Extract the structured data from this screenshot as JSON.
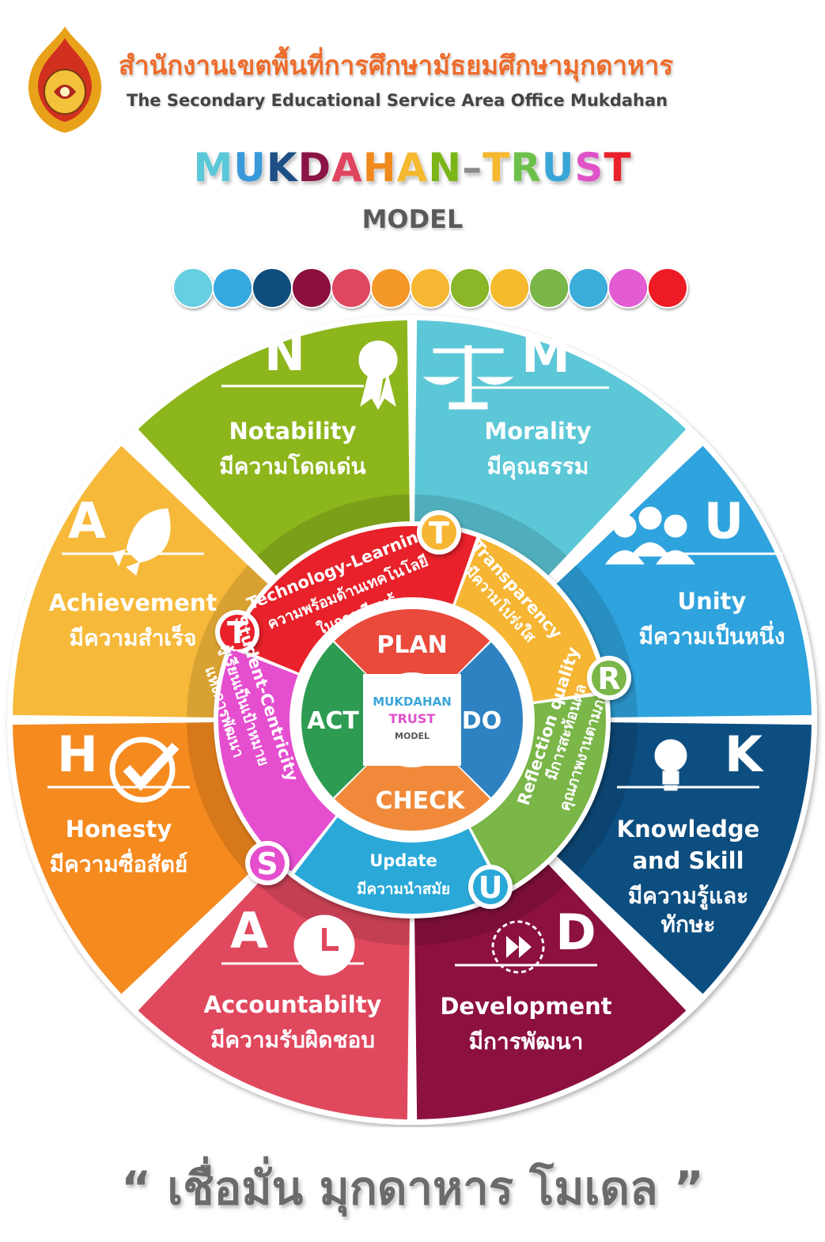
{
  "header": {
    "org_name_th": "สำนักงานเขตพื้นที่การศึกษามัธยมศึกษามุกดาหาร",
    "org_name_en": "The Secondary Educational Service Area Office Mukdahan"
  },
  "title": {
    "letters": [
      {
        "ch": "M",
        "color": "#5ac8d8"
      },
      {
        "ch": "U",
        "color": "#3a9ad9"
      },
      {
        "ch": "K",
        "color": "#1d4f85"
      },
      {
        "ch": "D",
        "color": "#8a1545"
      },
      {
        "ch": "A",
        "color": "#e04560"
      },
      {
        "ch": "H",
        "color": "#f08a1c"
      },
      {
        "ch": "A",
        "color": "#f5b82e"
      },
      {
        "ch": "N",
        "color": "#7cb518"
      },
      {
        "ch": " – ",
        "color": "#8a8a8a"
      },
      {
        "ch": "T",
        "color": "#f5b82e"
      },
      {
        "ch": "R",
        "color": "#6cc04a"
      },
      {
        "ch": "U",
        "color": "#3aa6d8"
      },
      {
        "ch": "S",
        "color": "#e052c8"
      },
      {
        "ch": "T",
        "color": "#e8212a"
      }
    ],
    "subtitle": "MODEL"
  },
  "palette": [
    "#66cfe0",
    "#36a9e1",
    "#0f4d7c",
    "#8b1040",
    "#e0475f",
    "#f4982a",
    "#f7b733",
    "#8ab62a",
    "#f6ba2e",
    "#7ab648",
    "#3aaed8",
    "#e45cd4",
    "#ed1c24"
  ],
  "outer_segments": [
    {
      "letter": "N",
      "title": "Notability",
      "thai": "มีความโดดเด่น",
      "color": "#8db61c",
      "icon": "award-ribbon-icon"
    },
    {
      "letter": "M",
      "title": "Morality",
      "thai": "มีคุณธรรม",
      "color": "#5cc7d7",
      "icon": "scales-icon"
    },
    {
      "letter": "U",
      "title": "Unity",
      "thai": "มีความเป็นหนึ่ง",
      "color": "#2fa3dd",
      "icon": "group-people-icon"
    },
    {
      "letter": "K",
      "title": "Knowledge",
      "title2": "and Skill",
      "thai": "มีความรู้และ",
      "thai2": "ทักษะ",
      "color": "#0d4e80",
      "icon": "lightbulb-icon"
    },
    {
      "letter": "D",
      "title": "Development",
      "thai": "มีการพัฒนา",
      "color": "#8c1040",
      "icon": "fast-forward-icon"
    },
    {
      "letter": "A",
      "title": "Accountabilty",
      "thai": "มีความรับผิดชอบ",
      "color": "#e0485e",
      "icon": "clock-icon"
    },
    {
      "letter": "H",
      "title": "Honesty",
      "thai": "มีความซื่อสัตย์",
      "color": "#f58a1f",
      "icon": "checkmark-icon"
    },
    {
      "letter": "A",
      "title": "Achievement",
      "thai": "มีความสำเร็จ",
      "color": "#f6b93a",
      "icon": "rocket-icon"
    }
  ],
  "inner_ring": [
    {
      "letter": "T",
      "title": "Technology-Learning",
      "thai": "ความพร้อมด้านเทคโนโลยี",
      "thai2": "ในการเรียนรู้",
      "color": "#e8212a"
    },
    {
      "letter": "T",
      "title": "Transparency",
      "thai": "มีความโปร่งใส",
      "color": "#f6b633"
    },
    {
      "letter": "R",
      "title": "Reflection quality",
      "thai": "มีการสะท้อนผล",
      "thai2": "คุณภาพงานตามภารกิจ",
      "color": "#7ab648"
    },
    {
      "letter": "U",
      "title": "Update",
      "thai": "มีความนำสมัย",
      "color": "#2aa9d8"
    },
    {
      "letter": "S",
      "title": "Student-Centricity",
      "thai": "ผู้เรียนเป็นเป้าหมาย",
      "thai2": "แห่งการพัฒนา",
      "color": "#e54ecf"
    }
  ],
  "pdca": {
    "plan": "PLAN",
    "do": "DO",
    "check": "CHECK",
    "act": "ACT",
    "center_line1": "MUKDAHAN",
    "center_line2": "TRUST",
    "center_line3": "MODEL"
  },
  "slogan": "“ เชื่อมั่น มุกดาหาร โมเดล ”"
}
